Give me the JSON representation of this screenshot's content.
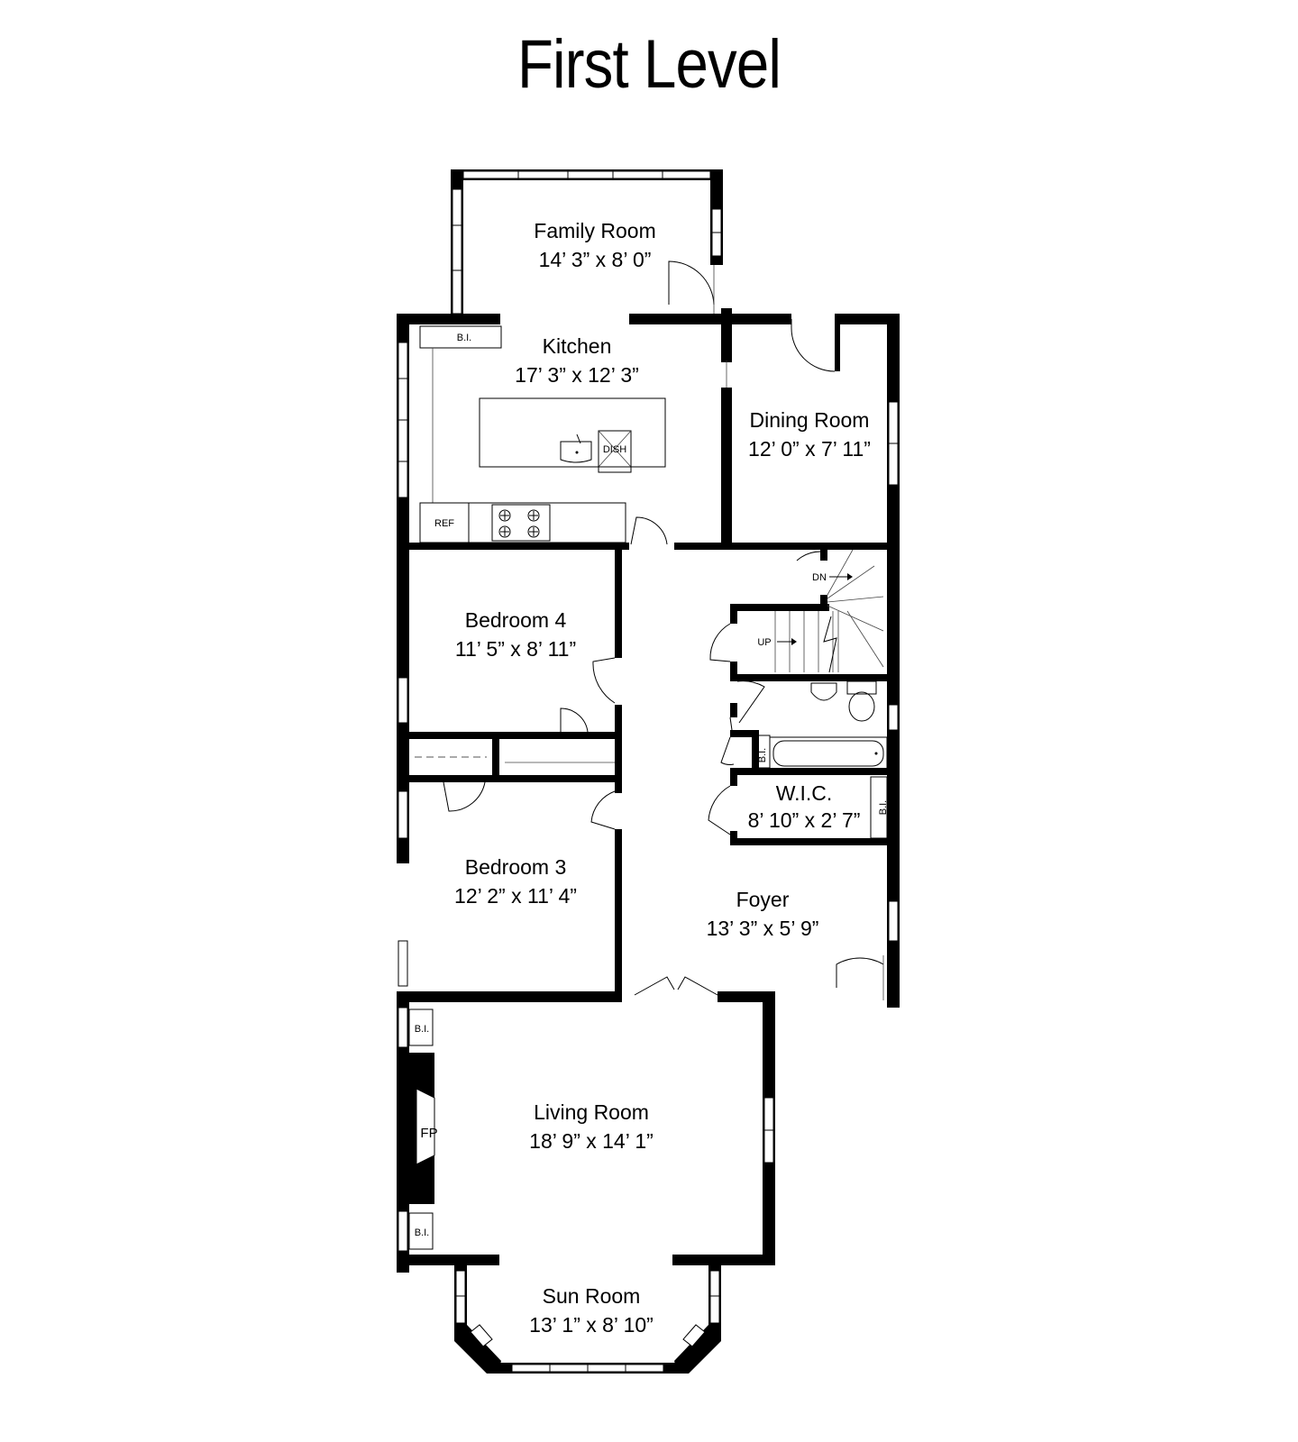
{
  "title": "First Level",
  "rooms": [
    {
      "name": "Family Room",
      "dims": "14’ 3” x 8’ 0”"
    },
    {
      "name": "Kitchen",
      "dims": "17’ 3” x 12’ 3”"
    },
    {
      "name": "Dining Room",
      "dims": "12’ 0” x 7’ 11”"
    },
    {
      "name": "Bedroom 4",
      "dims": "11’ 5” x 8’ 11”"
    },
    {
      "name": "W.I.C.",
      "dims": "8’ 10” x 2’ 7”"
    },
    {
      "name": "Bedroom 3",
      "dims": "12’ 2” x 11’ 4”"
    },
    {
      "name": "Foyer",
      "dims": "13’ 3” x 5’ 9”"
    },
    {
      "name": "Living Room",
      "dims": "18’ 9” x 14’ 1”"
    },
    {
      "name": "Sun Room",
      "dims": "13’ 1” x 8’ 10”"
    }
  ],
  "labels": {
    "built_in": "B.I.",
    "refrigerator": "REF",
    "dishwasher": "DISH",
    "down": "DN",
    "up": "UP",
    "fireplace": "FP"
  }
}
